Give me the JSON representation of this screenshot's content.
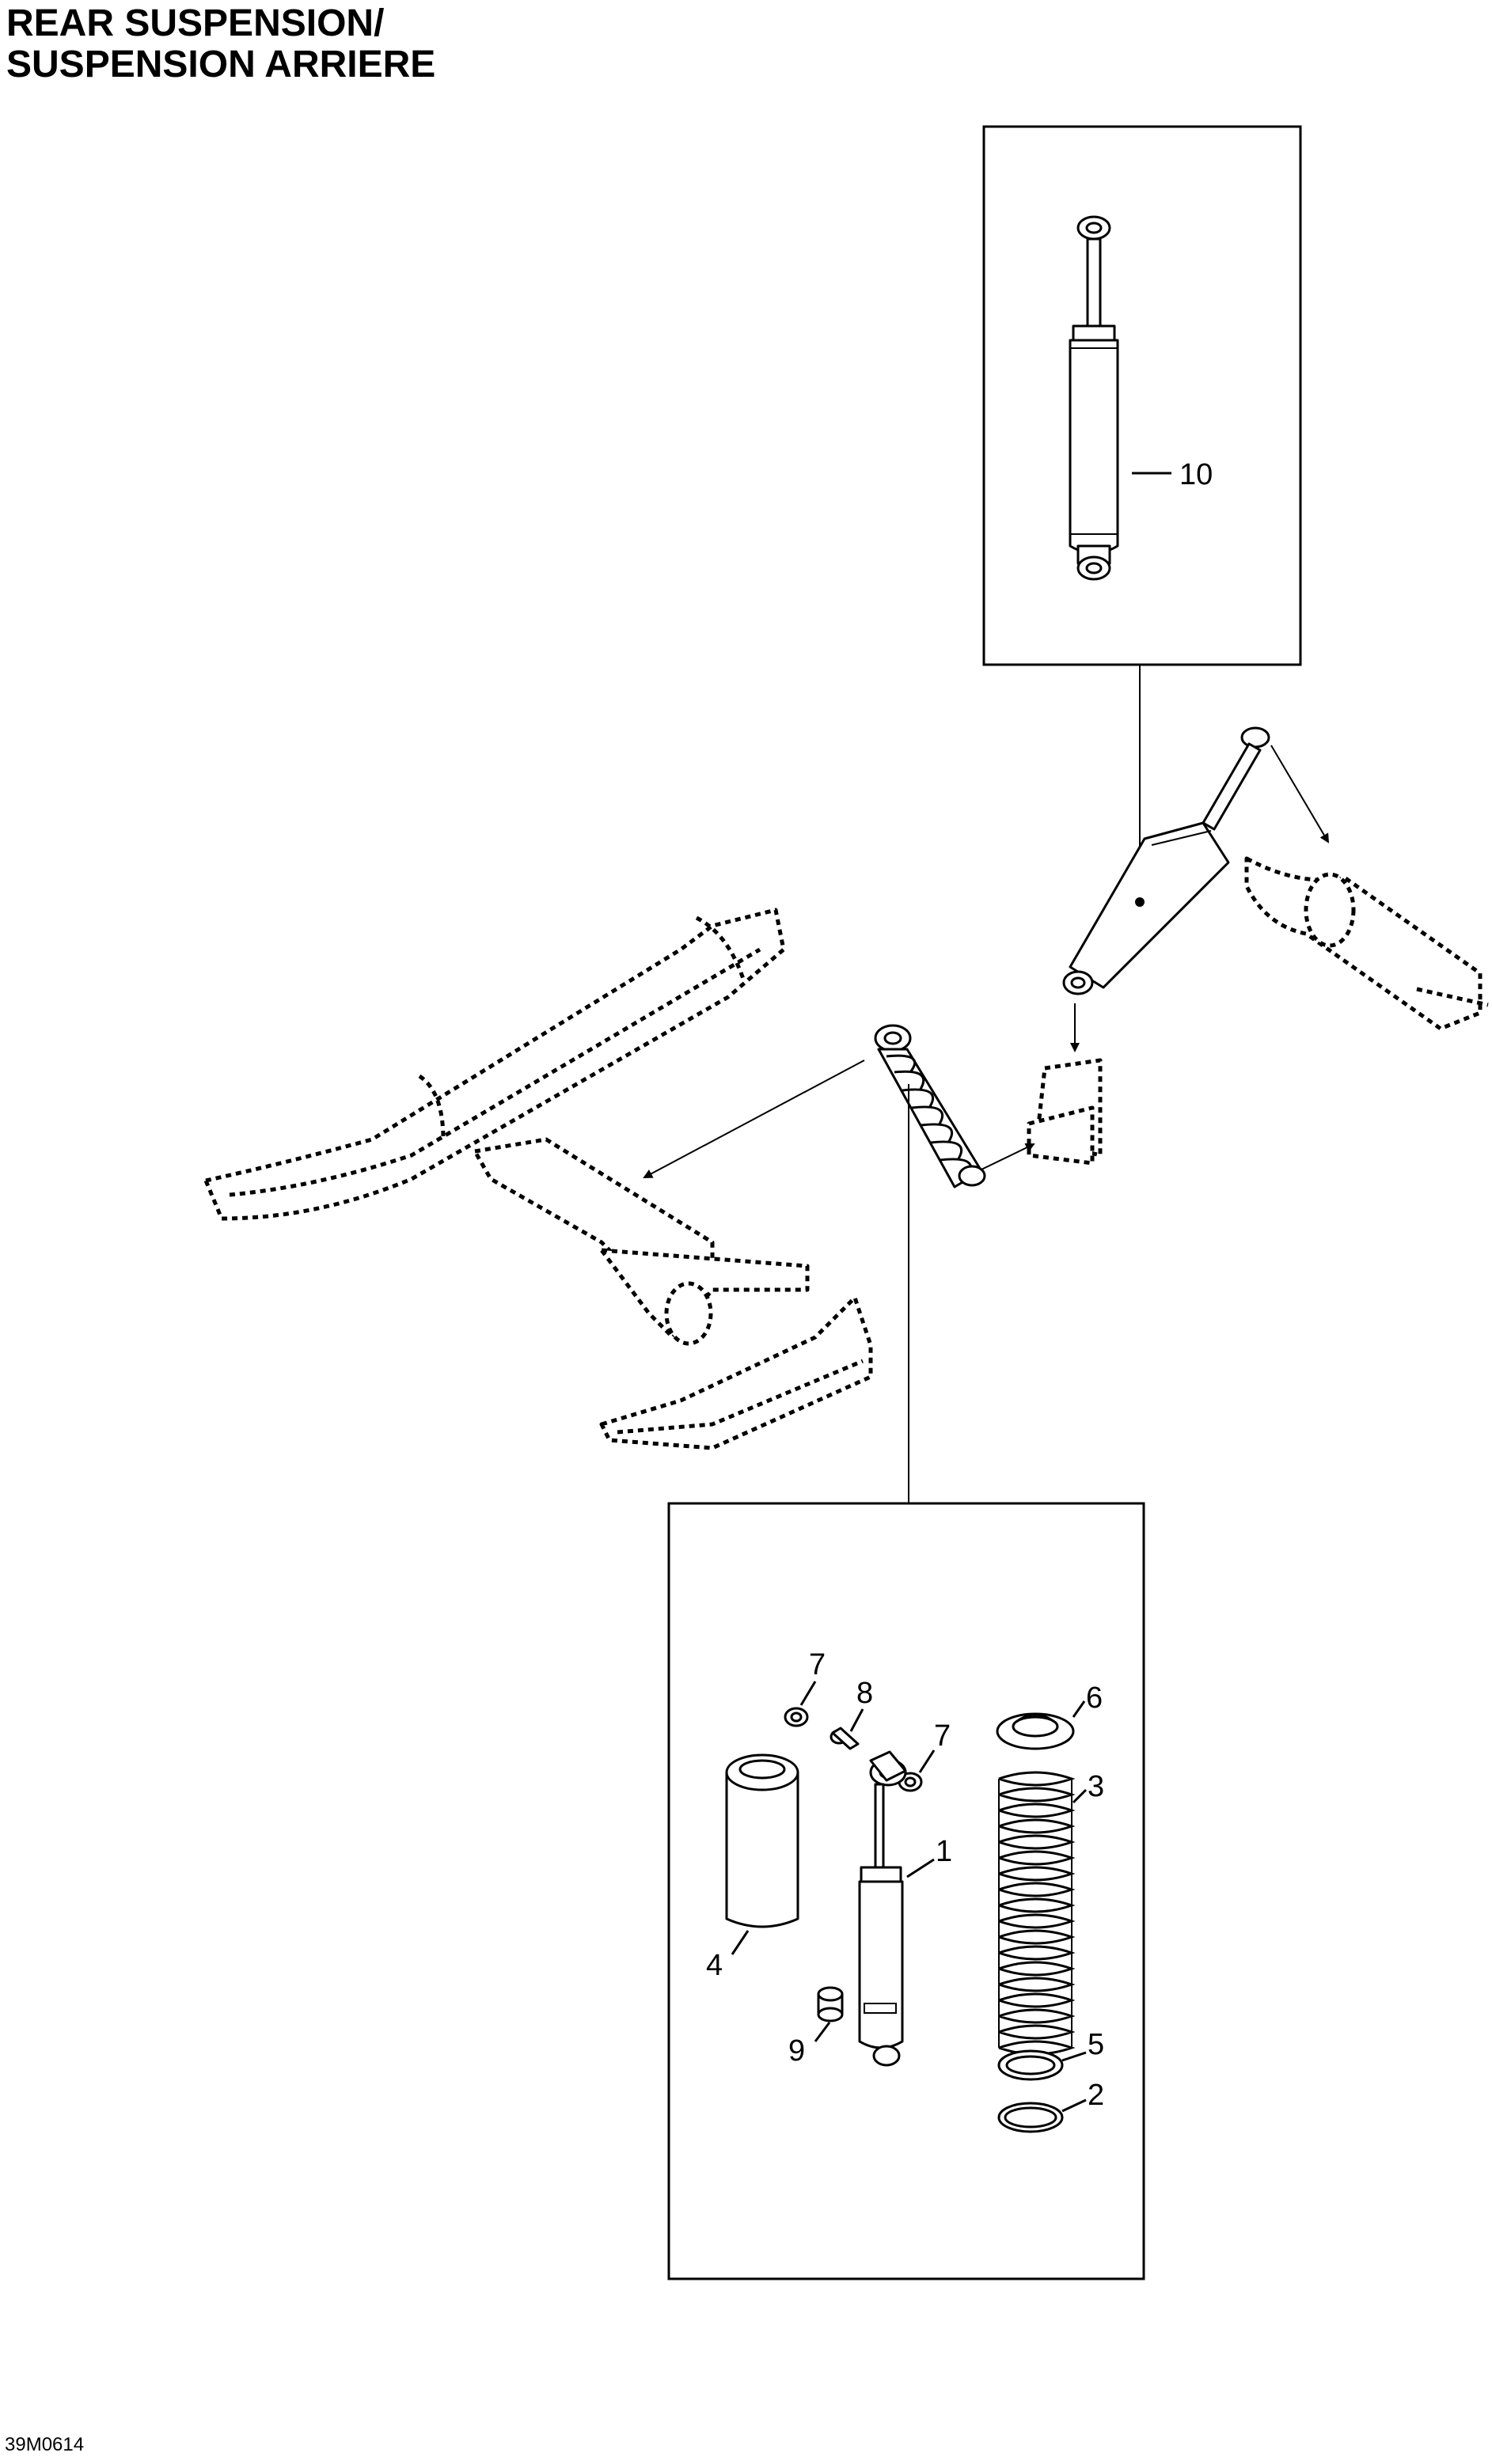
{
  "title": {
    "line1": "REAR SUSPENSION/",
    "line2": "SUSPENSION ARRIERE"
  },
  "drawing_code": "39M0614",
  "callouts": {
    "p1": "1",
    "p2": "2",
    "p3": "3",
    "p4": "4",
    "p5": "5",
    "p6": "6",
    "p7a": "7",
    "p7b": "7",
    "p8": "8",
    "p9": "9",
    "p10": "10"
  }
}
